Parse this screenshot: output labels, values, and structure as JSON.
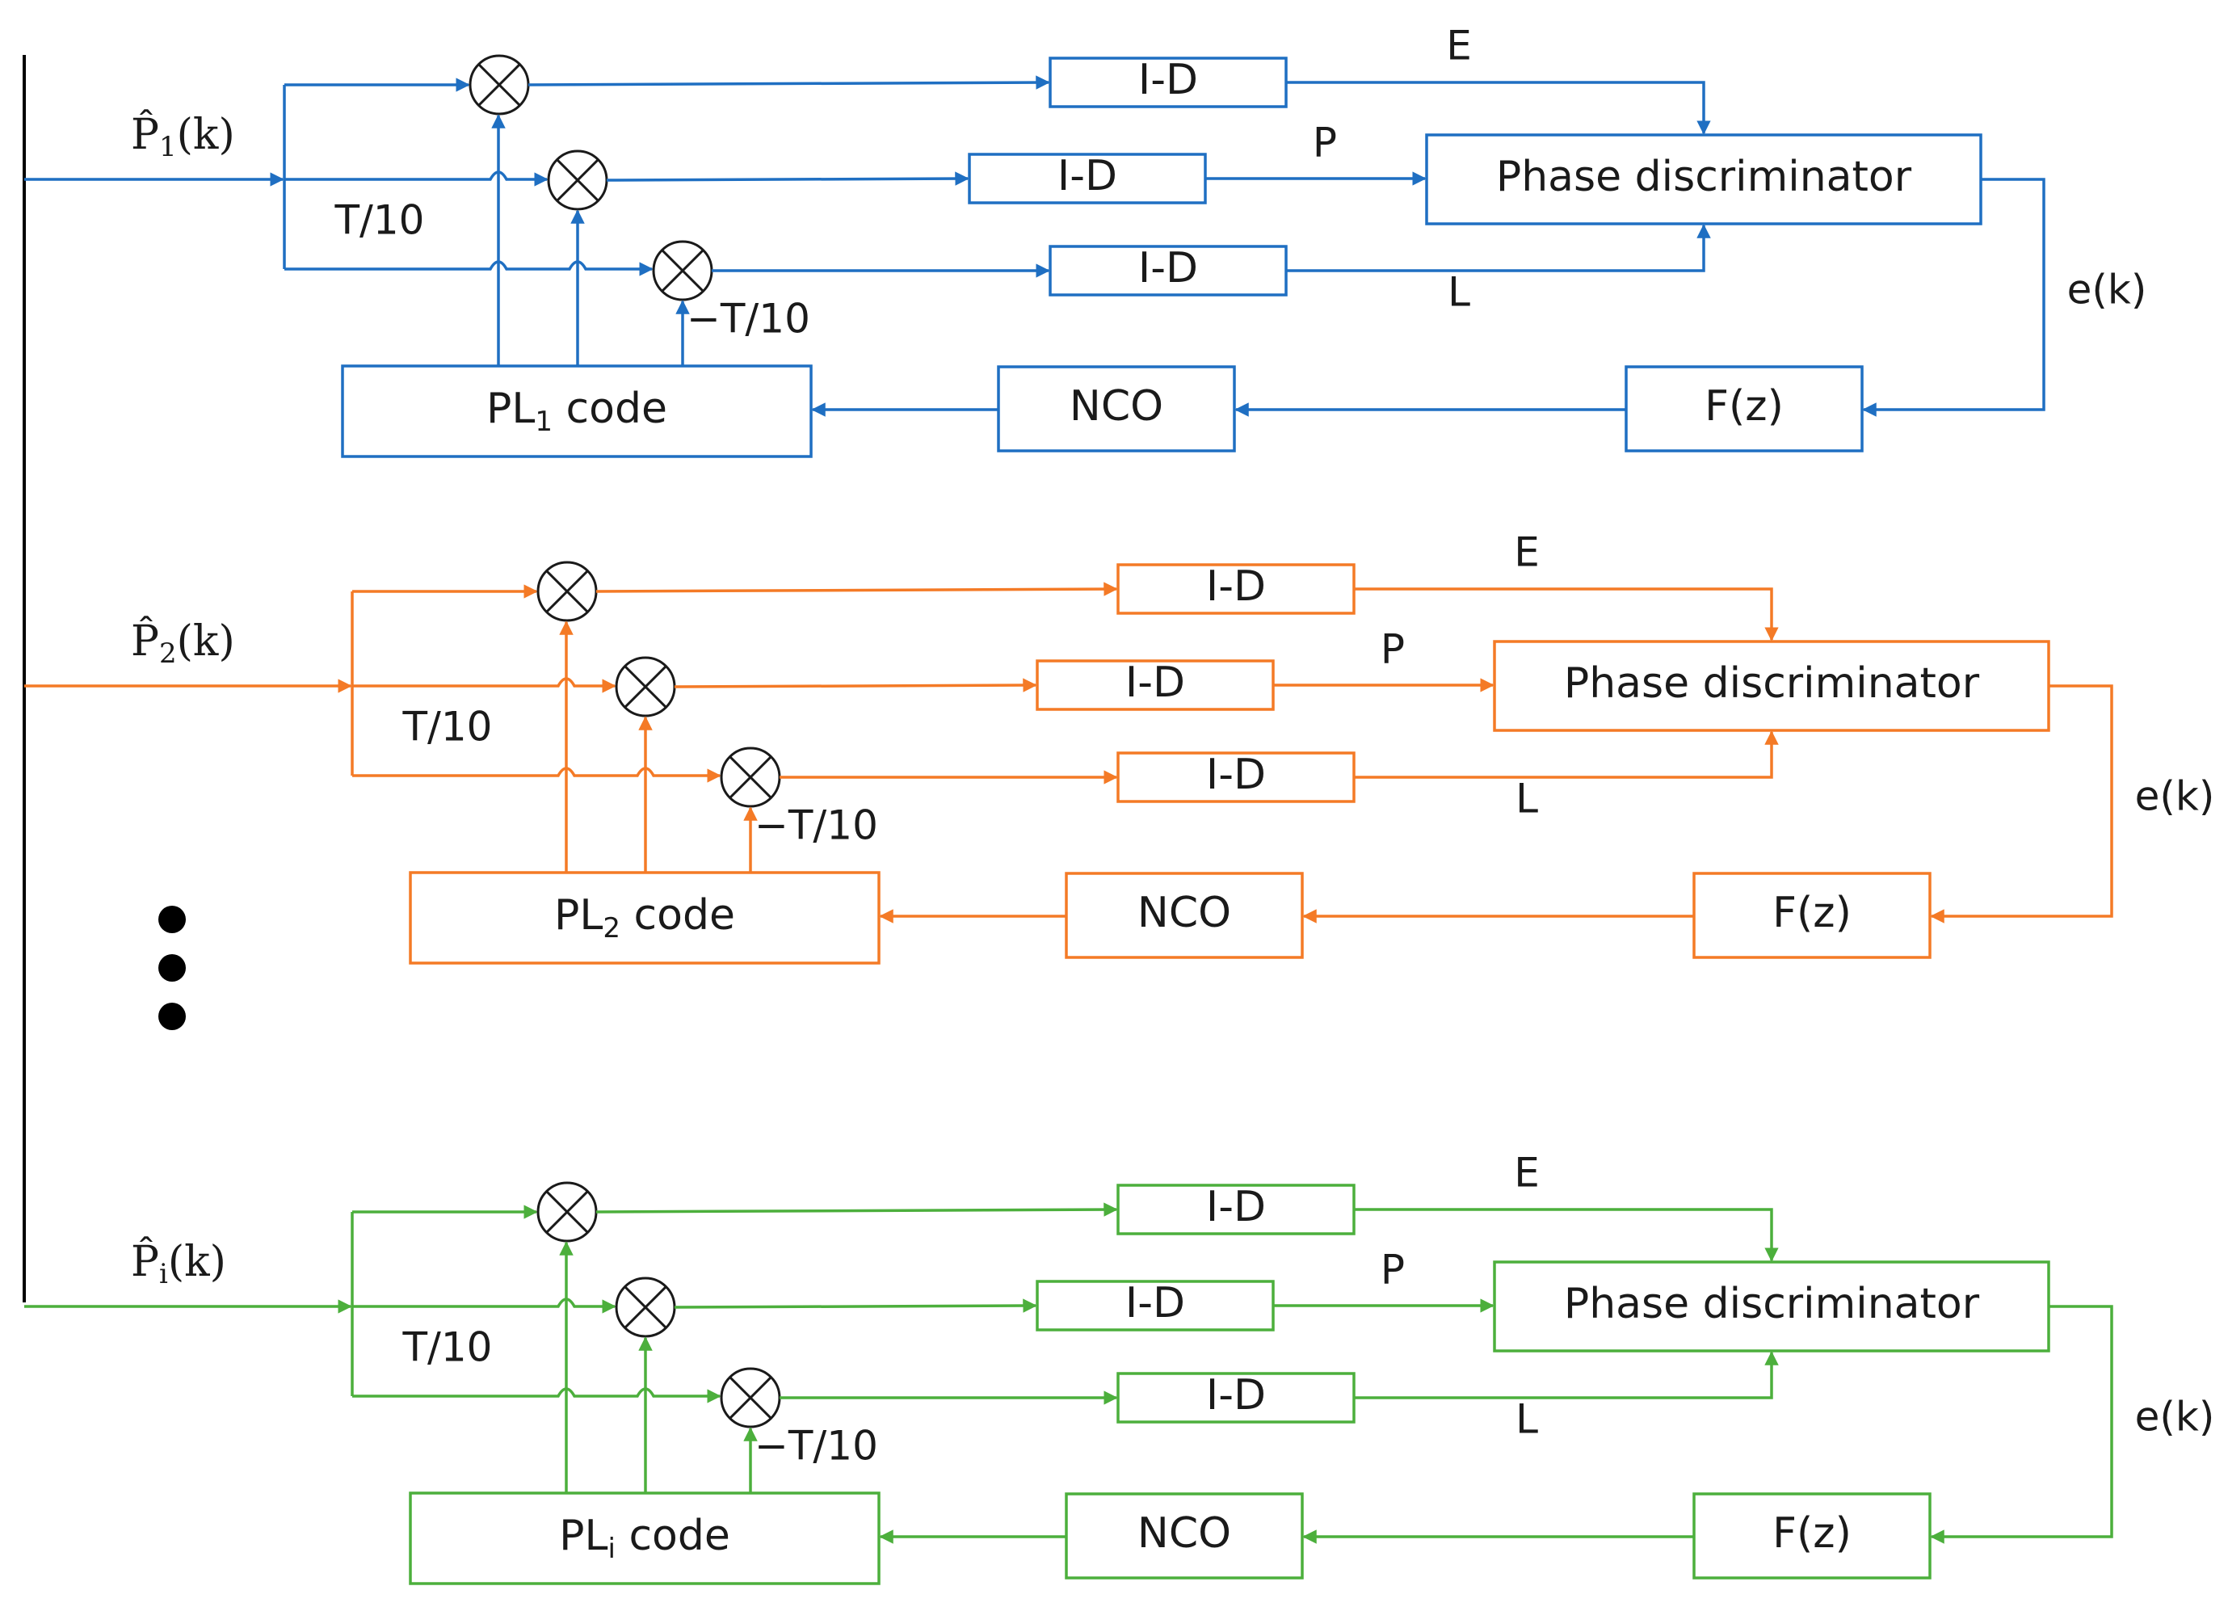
{
  "loops": [
    {
      "color": "#1f6fc2",
      "input_label": "P̂₁(k)",
      "input_base": "P̂",
      "input_sub": "1",
      "input_arg": "(k)",
      "code_prefix": "PL",
      "code_sub": "1",
      "code_suffix": " code",
      "id_label": "I-D",
      "nco_label": "NCO",
      "filter_label": "F(z)",
      "disc_label": "Phase discriminator",
      "e_label": "E",
      "p_label": "P",
      "l_label": "L",
      "ek_label": "e(k)",
      "t10_label": "T/10",
      "neg_t10_label": "−T/10"
    },
    {
      "color": "#f47a26",
      "input_label": "P̂₂(k)",
      "input_base": "P̂",
      "input_sub": "2",
      "input_arg": "(k)",
      "code_prefix": "PL",
      "code_sub": "2",
      "code_suffix": " code",
      "id_label": "I-D",
      "nco_label": "NCO",
      "filter_label": "F(z)",
      "disc_label": "Phase discriminator",
      "e_label": "E",
      "p_label": "P",
      "l_label": "L",
      "ek_label": "e(k)",
      "t10_label": "T/10",
      "neg_t10_label": "−T/10"
    },
    {
      "color": "#4caf3c",
      "input_label": "P̂ᵢ(k)",
      "input_base": "P̂",
      "input_sub": "i",
      "input_arg": "(k)",
      "code_prefix": "PL",
      "code_sub": "i",
      "code_suffix": " code",
      "id_label": "I-D",
      "nco_label": "NCO",
      "filter_label": "F(z)",
      "disc_label": "Phase discriminator",
      "e_label": "E",
      "p_label": "P",
      "l_label": "L",
      "ek_label": "e(k)",
      "t10_label": "T/10",
      "neg_t10_label": "−T/10"
    }
  ],
  "ellipsis_color": "#000000",
  "bus_color": "#000000"
}
